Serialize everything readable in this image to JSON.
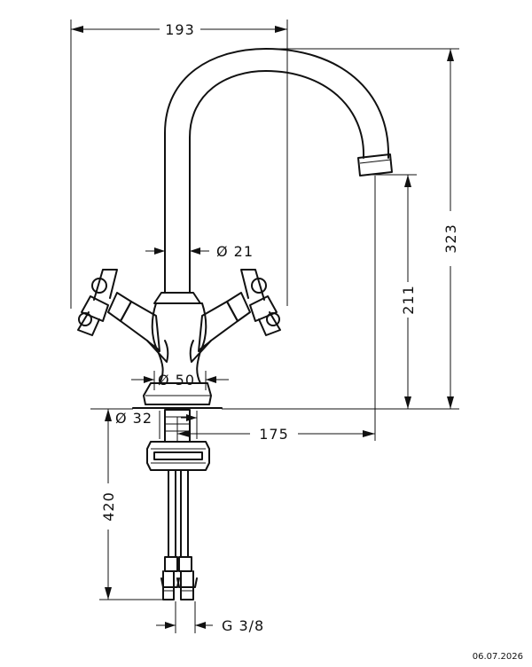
{
  "dimensions": {
    "width_top": "193",
    "height_total": "323",
    "spout_height": "211",
    "spout_diameter": "Ø 21",
    "base_diameter": "Ø 50",
    "hole_diameter": "Ø 32",
    "spout_reach": "175",
    "hose_length": "420",
    "connection_thread": "G 3/8"
  },
  "footer": {
    "date": "06.07.2026"
  }
}
